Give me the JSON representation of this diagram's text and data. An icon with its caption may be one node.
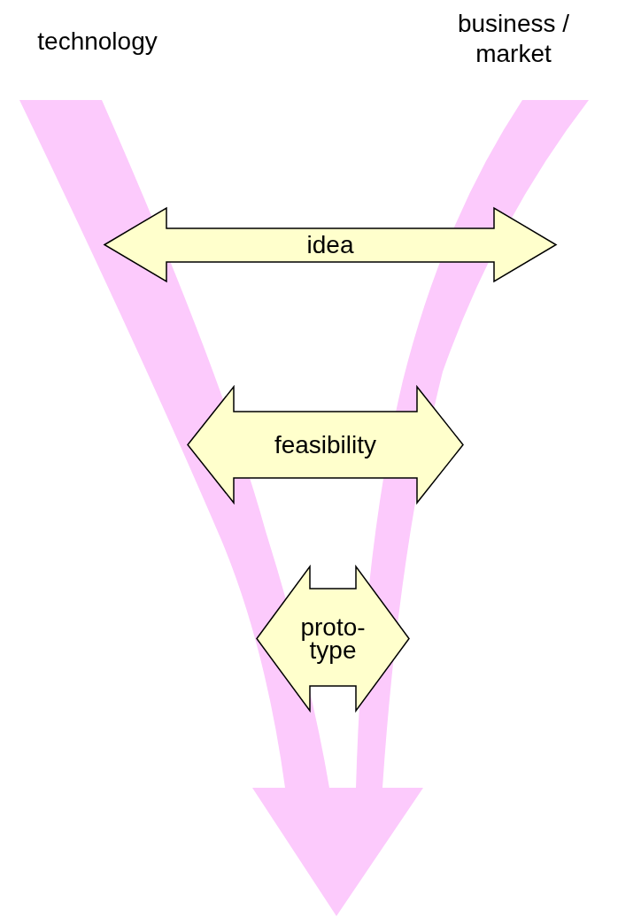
{
  "diagram": {
    "nodes": [
      {
        "text": [
          "idea"
        ]
      },
      {
        "text": [
          "feasibility"
        ]
      },
      {
        "text": [
          "proto- type"
        ]
      }
    ],
    "labels": [
      "technology",
      "business / market"
    ]
  }
}
